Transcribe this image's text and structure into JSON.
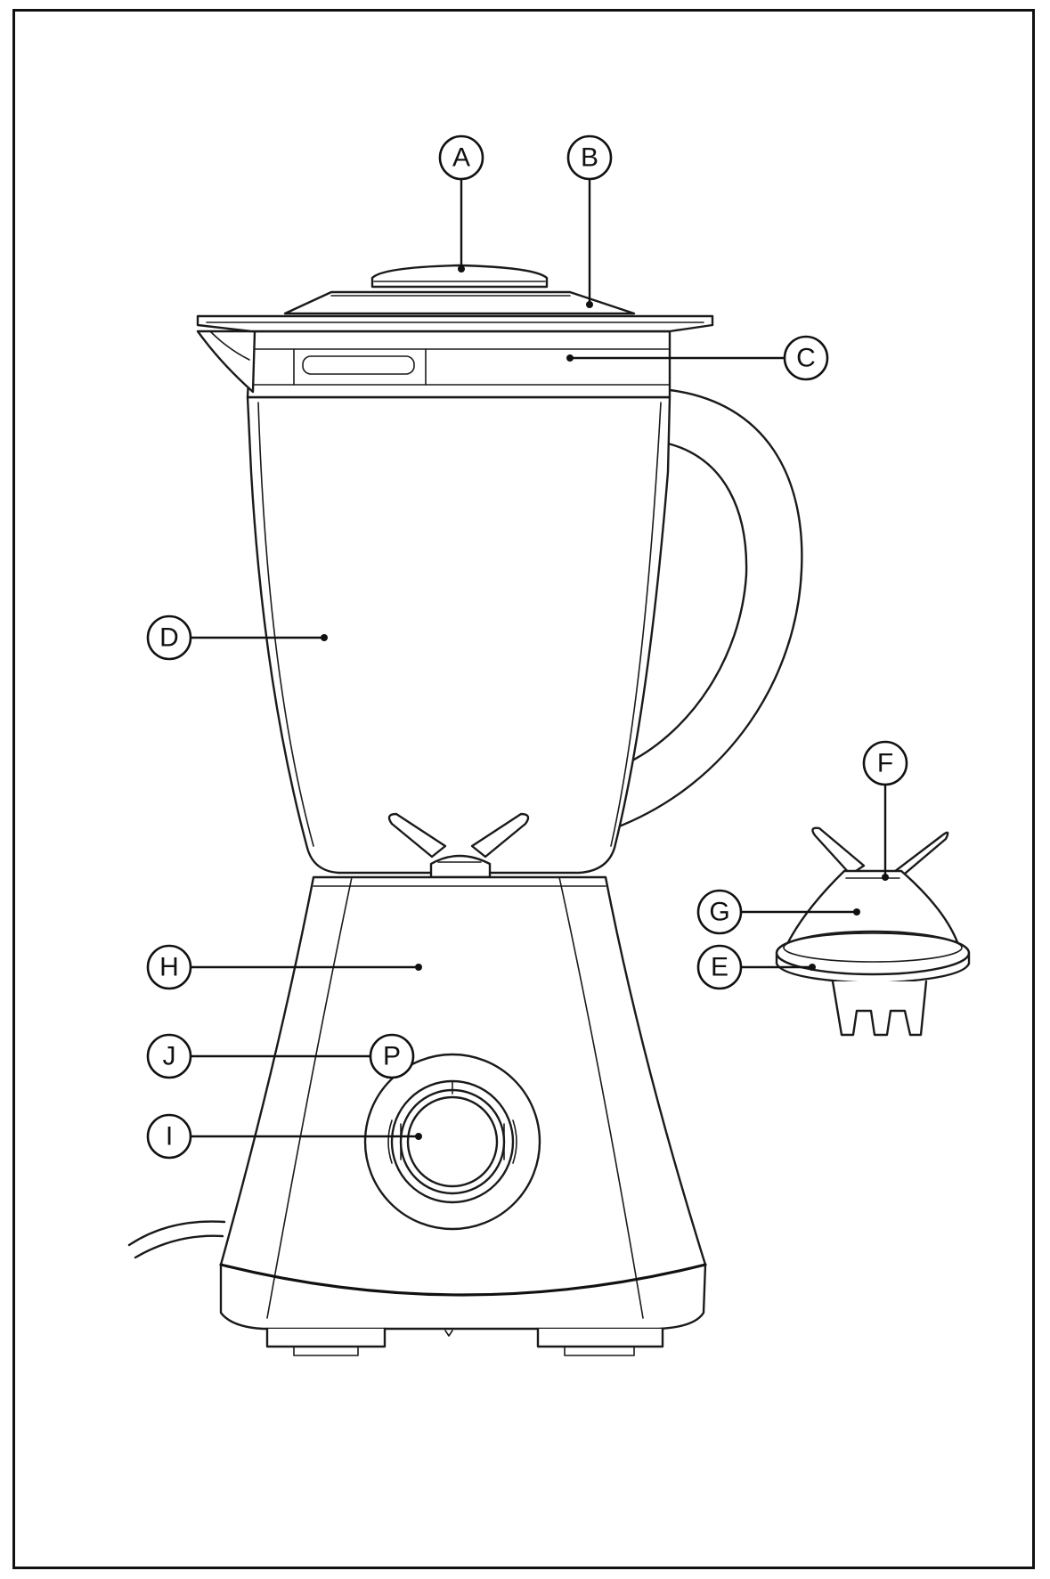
{
  "labels": [
    {
      "id": "a",
      "text": "A"
    },
    {
      "id": "b",
      "text": "B"
    },
    {
      "id": "c",
      "text": "C"
    },
    {
      "id": "d",
      "text": "D"
    },
    {
      "id": "e",
      "text": "E"
    },
    {
      "id": "f",
      "text": "F"
    },
    {
      "id": "g",
      "text": "G"
    },
    {
      "id": "h",
      "text": "H"
    },
    {
      "id": "i",
      "text": "I"
    },
    {
      "id": "j",
      "text": "J"
    },
    {
      "id": "p",
      "text": "P"
    }
  ]
}
